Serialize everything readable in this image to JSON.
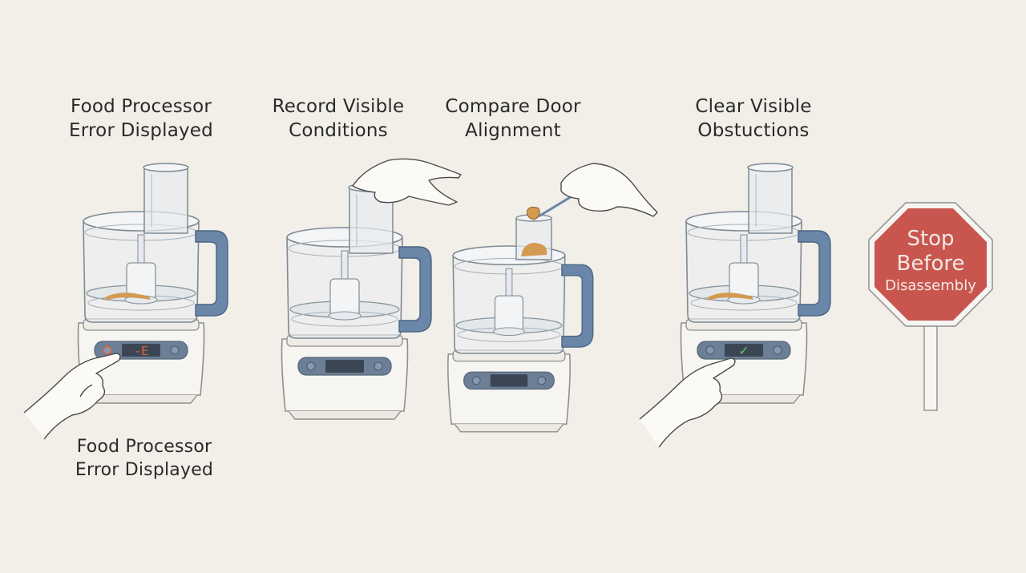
{
  "steps": [
    {
      "title": "Food Processor\nError Displayed",
      "display": "-E",
      "display_color": "#e0603a"
    },
    {
      "title": "Record Visible\nConditions",
      "display": "",
      "display_color": ""
    },
    {
      "title": "Compare Door\nAlignment",
      "display": "",
      "display_color": ""
    },
    {
      "title": "Clear Visible\nObstuctions",
      "display": "✓",
      "display_color": "#5fc46a"
    }
  ],
  "bottom_caption": "Food Processor\nError Displayed",
  "stop_sign": {
    "line1": "Stop",
    "line2": "Before",
    "line3": "Disassembly",
    "color": "#c9554f"
  },
  "colors": {
    "background": "#f1efe8",
    "handle": "#6a86a8",
    "panel": "#6d7f96",
    "food": "#d49a52"
  }
}
